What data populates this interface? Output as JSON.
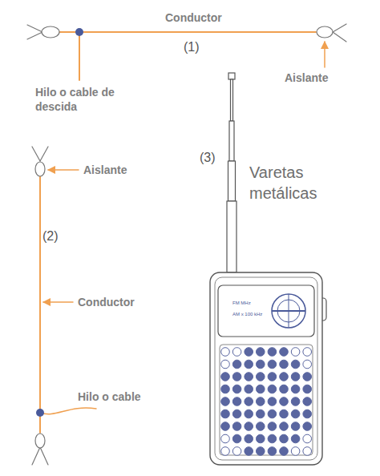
{
  "diagram": {
    "labels": [
      "Conductor",
      "(1)",
      "Hilo o cable de descida",
      "Aislante",
      "(3)",
      "Varetas metálicas",
      "Aislante",
      "(2)",
      "Conductor",
      "Hilo o cable",
      "FM MHz",
      "AM x 100 kHz"
    ]
  }
}
